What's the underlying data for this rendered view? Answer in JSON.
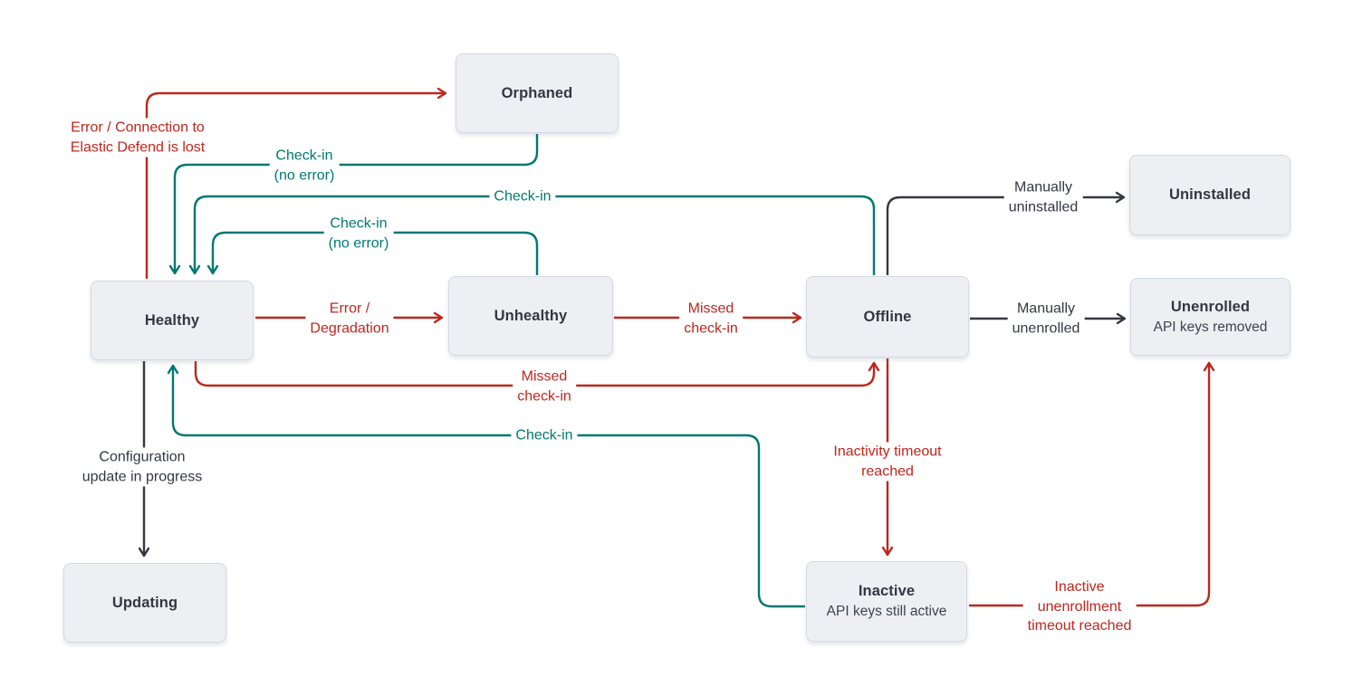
{
  "palette": {
    "red": "#bd271e",
    "teal": "#007871",
    "dark": "#343741",
    "node_fill": "#edeff2",
    "node_border": "#d3dae6",
    "node_text": "#343741",
    "background": "#ffffff"
  },
  "nodes": [
    {
      "id": "orphaned",
      "label": "Orphaned"
    },
    {
      "id": "healthy",
      "label": "Healthy"
    },
    {
      "id": "unhealthy",
      "label": "Unhealthy"
    },
    {
      "id": "offline",
      "label": "Offline"
    },
    {
      "id": "uninstalled",
      "label": "Uninstalled"
    },
    {
      "id": "unenrolled",
      "label": "Unenrolled",
      "sublabel": "API keys removed"
    },
    {
      "id": "updating",
      "label": "Updating"
    },
    {
      "id": "inactive",
      "label": "Inactive",
      "sublabel": "API keys still active"
    }
  ],
  "edges": [
    {
      "from": "healthy",
      "to": "orphaned",
      "color": "red",
      "label": "Error / Connection to Elastic Defend is lost",
      "lines": [
        "Error / Connection to",
        "Elastic Defend is lost"
      ]
    },
    {
      "from": "orphaned",
      "to": "healthy",
      "color": "teal",
      "label": "Check-in (no error)",
      "lines": [
        "Check-in",
        "(no error)"
      ]
    },
    {
      "from": "offline",
      "to": "healthy",
      "color": "teal",
      "label": "Check-in",
      "lines": [
        "Check-in"
      ]
    },
    {
      "from": "unhealthy",
      "to": "healthy",
      "color": "teal",
      "label": "Check-in (no error)",
      "lines": [
        "Check-in",
        "(no error)"
      ]
    },
    {
      "from": "healthy",
      "to": "unhealthy",
      "color": "red",
      "label": "Error / Degradation",
      "lines": [
        "Error /",
        "Degradation"
      ]
    },
    {
      "from": "unhealthy",
      "to": "offline",
      "color": "red",
      "label": "Missed check-in",
      "lines": [
        "Missed",
        "check-in"
      ]
    },
    {
      "from": "offline",
      "to": "uninstalled",
      "color": "dark",
      "label": "Manually uninstalled",
      "lines": [
        "Manually",
        "uninstalled"
      ]
    },
    {
      "from": "offline",
      "to": "unenrolled",
      "color": "dark",
      "label": "Manually unenrolled",
      "lines": [
        "Manually",
        "unenrolled"
      ]
    },
    {
      "from": "healthy",
      "to": "offline",
      "color": "red",
      "label": "Missed check-in",
      "lines": [
        "Missed",
        "check-in"
      ]
    },
    {
      "from": "offline",
      "to": "inactive",
      "color": "red",
      "label": "Inactivity timeout reached",
      "lines": [
        "Inactivity timeout",
        "reached"
      ]
    },
    {
      "from": "inactive",
      "to": "healthy",
      "color": "teal",
      "label": "Check-in",
      "lines": [
        "Check-in"
      ]
    },
    {
      "from": "inactive",
      "to": "unenrolled",
      "color": "red",
      "label": "Inactive unenrollment timeout reached",
      "lines": [
        "Inactive",
        "unenrollment",
        "timeout reached"
      ]
    },
    {
      "from": "healthy",
      "to": "updating",
      "color": "dark",
      "label": "Configuration update in progress",
      "lines": [
        "Configuration",
        "update in progress"
      ]
    }
  ]
}
